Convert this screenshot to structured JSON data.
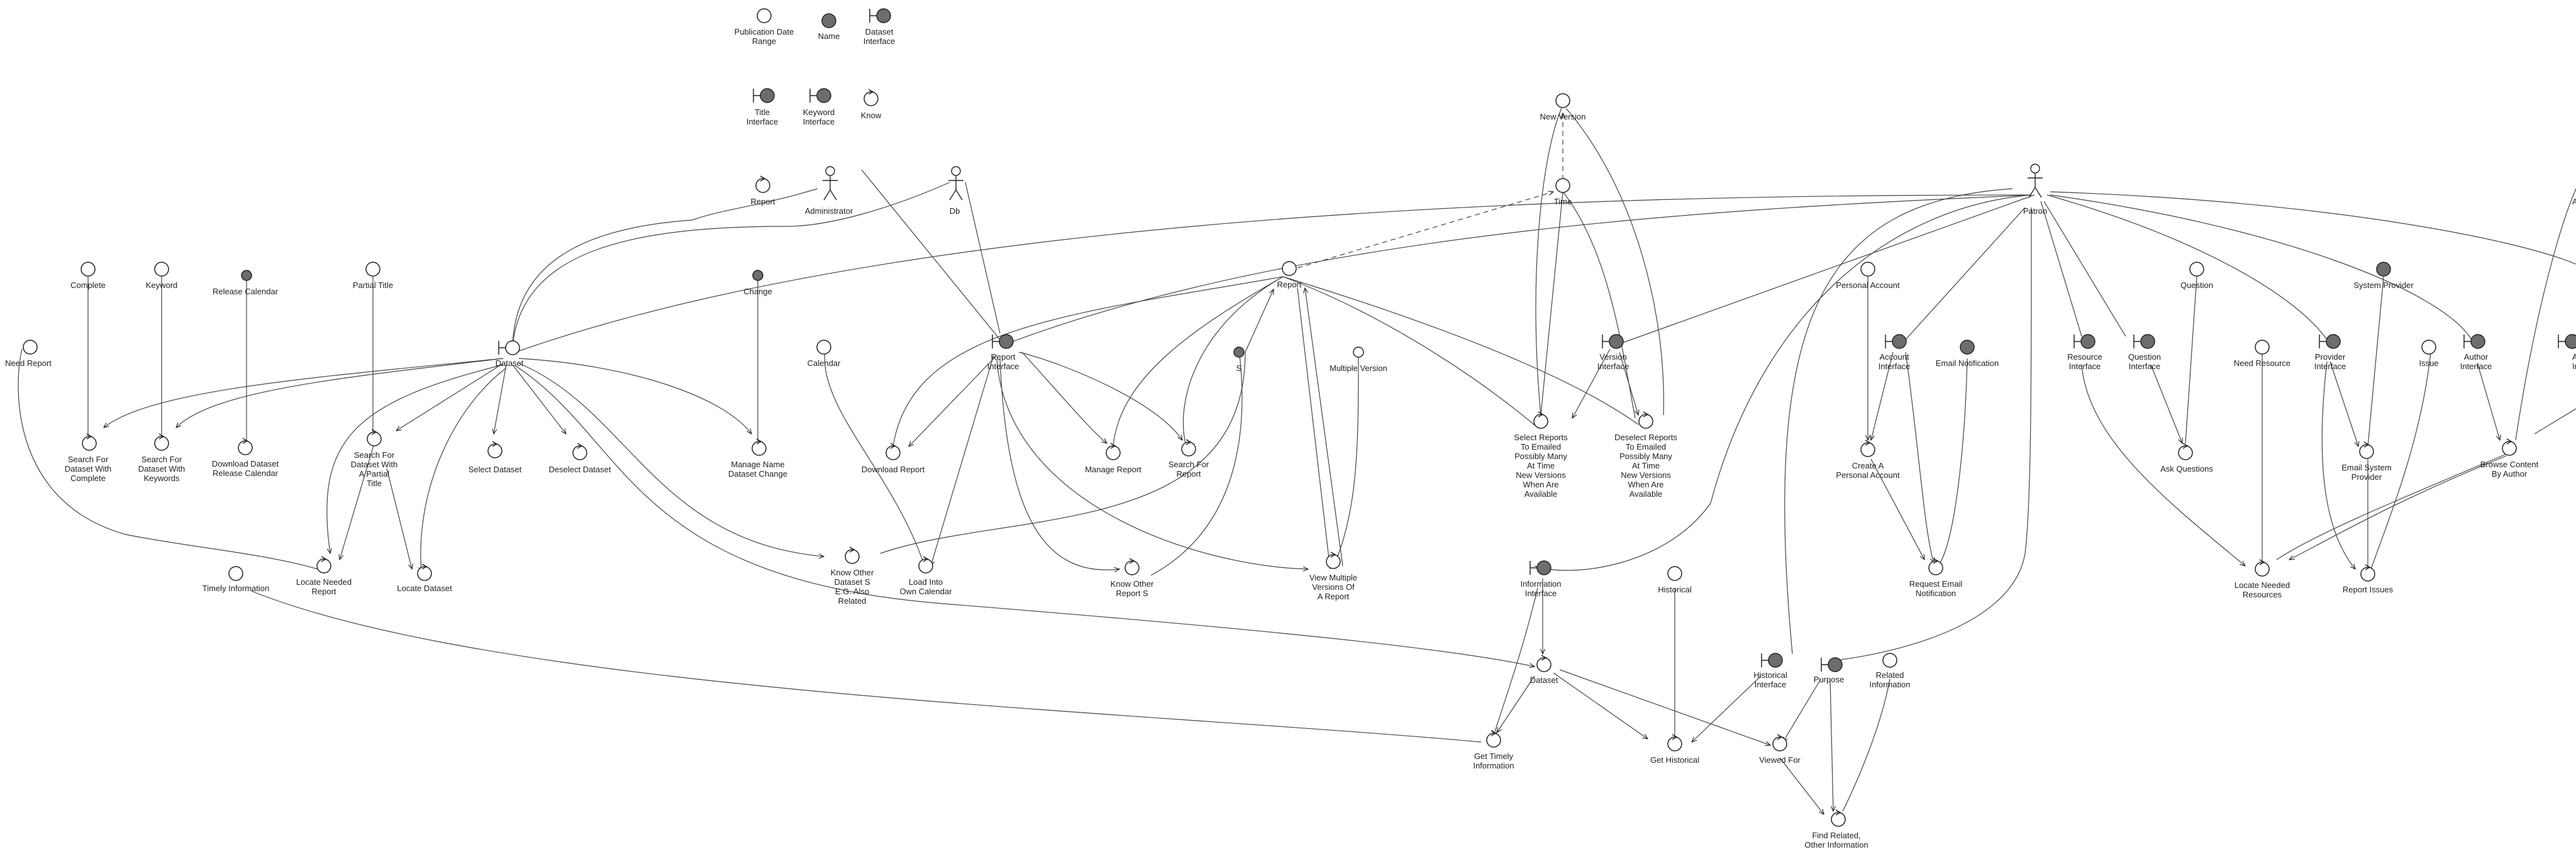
{
  "legend": {
    "publication_date_range": "Publication Date\nRange",
    "name": "Name",
    "dataset_interface": "Dataset\nInterface",
    "title_interface": "Title\nInterface",
    "keyword_interface": "Keyword\nInterface",
    "know": "Know",
    "report": "Report"
  },
  "actors": {
    "administrator": "Administrator",
    "db": "Db",
    "patron": "Patron",
    "partial_right": "A"
  },
  "nodes": {
    "complete": "Complete",
    "keyword": "Keyword",
    "release_calendar": "Release Calendar",
    "partial_title": "Partial Title",
    "change": "Change",
    "need_report": "Need Report",
    "dataset": "Dataset",
    "calendar": "Calendar",
    "report_interface": "Report\nInterface",
    "report": "Report",
    "s": "S",
    "multiple_version": "Multiple Version",
    "new_version": "New Version",
    "time": "Time",
    "version_interface": "Version\nInterface",
    "search_complete": "Search For\nDataset With\nComplete",
    "search_keywords": "Search For\nDataset With\nKeywords",
    "download_release_calendar": "Download Dataset\nRelease Calendar",
    "search_partial_title": "Search For\nDataset With\nA Partial\nTitle",
    "select_dataset": "Select Dataset",
    "deselect_dataset": "Deselect Dataset",
    "manage_name_change": "Manage Name\nDataset Change",
    "download_report": "Download Report",
    "manage_report": "Manage Report",
    "search_report": "Search For\nReport",
    "select_reports_emailed": "Select Reports\nTo Emailed\nPossibly Many\nAt Time\nNew Versions\nWhen Are\nAvailable",
    "deselect_reports_emailed": "Deselect Reports\nTo Emailed\nPossibly Many\nAt Time\nNew Versions\nWhen Are\nAvailable",
    "locate_needed_report": "Locate Needed\nReport",
    "locate_dataset": "Locate Dataset",
    "timely_information": "Timely Information",
    "know_other_dataset": "Know Other\nDataset S\nE.G. Also\nRelated",
    "load_calendar": "Load Into\nOwn Calendar",
    "know_other_report": "Know Other\nReport S",
    "view_multiple_versions": "View Multiple\nVersions Of\nA Report",
    "information_interface": "Information\nInterface",
    "dataset2": "Dataset",
    "historical": "Historical",
    "get_timely_information": "Get Timely\nInformation",
    "get_historical": "Get Historical",
    "historical_interface": "Historical\nInterface",
    "purpose": "Purpose",
    "related_information": "Related\nInformation",
    "viewed_for": "Viewed For",
    "find_related": "Find Related,\nOther Information",
    "personal_account": "Personal Account",
    "account_interface": "Account\nInterface",
    "email_notification": "Email Notification",
    "create_account": "Create A\nPersonal Account",
    "request_email": "Request Email\nNotification",
    "resource_interface": "Resource\nInterface",
    "question_interface": "Question\nInterface",
    "question": "Question",
    "ask_questions": "Ask Questions",
    "need_resource": "Need Resource",
    "locate_resources": "Locate Needed\nResources",
    "provider_interface": "Provider\nInterface",
    "system_provider": "System Provider",
    "email_system_provider": "Email System\nProvider",
    "issue": "Issue",
    "report_issues": "Report Issues",
    "author_interface": "Author\nInterface",
    "browse_author": "Browse Content\nBy Author",
    "partial_interface": "A\nInte"
  }
}
